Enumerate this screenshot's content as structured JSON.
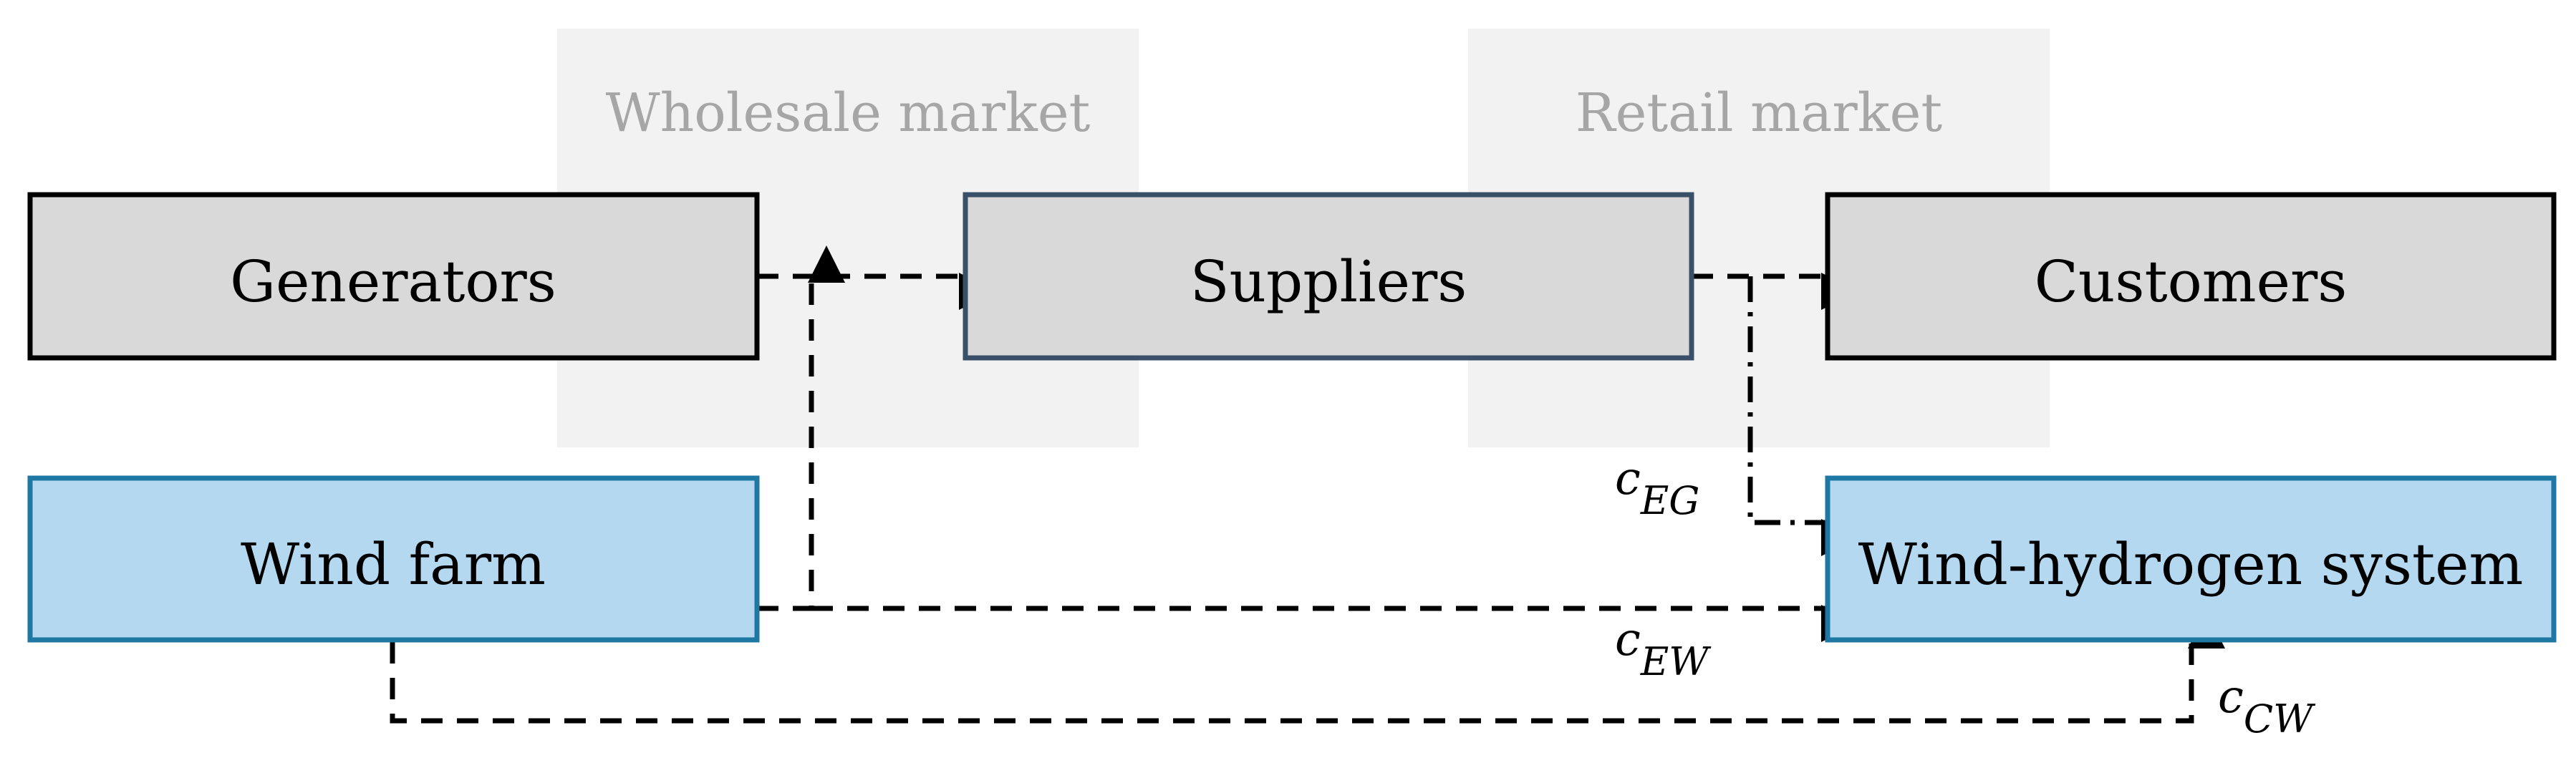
{
  "markets": {
    "wholesale": "Wholesale market",
    "retail": "Retail market"
  },
  "nodes": {
    "generators": "Generators",
    "suppliers": "Suppliers",
    "customers": "Customers",
    "wind_farm": "Wind farm",
    "wind_hydrogen": "Wind-hydrogen system"
  },
  "cost_labels": {
    "eg": {
      "symbol": "c",
      "subscript": "EG"
    },
    "ew": {
      "symbol": "c",
      "subscript": "EW"
    },
    "cw": {
      "symbol": "c",
      "subscript": "CW"
    }
  },
  "colors": {
    "market_region": "#f2f2f2",
    "market_text": "#a6a6a6",
    "grid_node_fill": "#d9d9d9",
    "grid_node_stroke": "#000000",
    "suppliers_stroke": "#3a5068",
    "wind_node_fill": "#b4d8f0",
    "wind_node_stroke": "#1f77a4"
  }
}
